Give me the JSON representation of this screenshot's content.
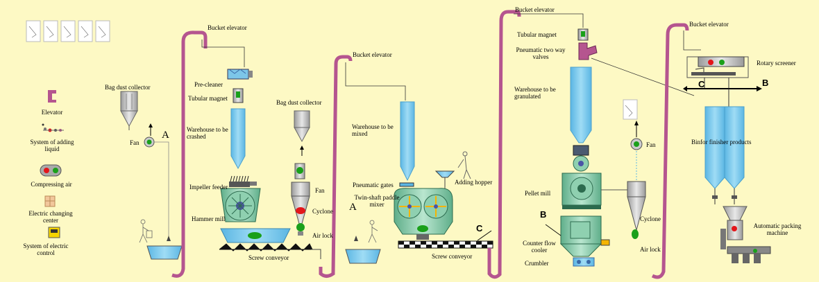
{
  "legend": {
    "elevator": "Elevator",
    "adding_liquid": "System of adding liquid",
    "compressing_air": "Compressing air",
    "electric_changing": "Electric changing center",
    "electric_control": "System of electric control"
  },
  "labels": {
    "bag_dust_collector_1": "Bag dust collector",
    "fan_1": "Fan",
    "marker_a1": "A",
    "bucket_elevator_1": "Bucket elevator",
    "pre_cleaner": "Pre-cleaner",
    "tubular_magnet_1": "Tubular magnet",
    "warehouse_crashed": "Warehouse to be crashed",
    "impeller_feeder": "Impeller feeder",
    "hammer_mill": "Hammer mill",
    "bag_dust_collector_2": "Bag dust collector",
    "fan_2": "Fan",
    "cyclone_1": "Cyclone",
    "air_lock_1": "Air lock",
    "screw_conveyor_1": "Screw conveyor",
    "bucket_elevator_2": "Bucket elevator",
    "warehouse_mixed": "Warehouse to be mixed",
    "marker_a2": "A",
    "pneumatic_gates": "Pneumatic gates",
    "adding_hopper": "Adding hopper",
    "paddle_mixer": "Twin-shaft paddle mixer",
    "marker_c1": "C",
    "screw_conveyor_2": "Screw conveyor",
    "bucket_elevator_3": "Bucket elevator",
    "tubular_magnet_2": "Tubular magnet",
    "pneumatic_valves": "Pneumatic two way valves",
    "warehouse_granulated": "Warehouse to be granulated",
    "pellet_mill": "Pellet mill",
    "marker_b1": "B",
    "counter_flow_cooler": "Counter flow cooler",
    "crumbler": "Crumbler",
    "fan_3": "Fan",
    "cyclone_2": "Cyclone",
    "air_lock_2": "Air lock",
    "bucket_elevator_4": "Bucket elevator",
    "rotary_screener": "Rotary screener",
    "marker_c2": "C",
    "marker_b2": "B",
    "binfor_finisher": "Binfor finisher products",
    "packing_machine": "Automatic packing machine"
  },
  "colors": {
    "background": "#fdf9c4",
    "elevator": "#b5558f",
    "equipment_blue": "#7dc6e8",
    "equipment_green": "#8fd0b0",
    "equipment_grey": "#c9c9c9",
    "alert_red": "#e3161b",
    "ok_green": "#1aa01a"
  }
}
